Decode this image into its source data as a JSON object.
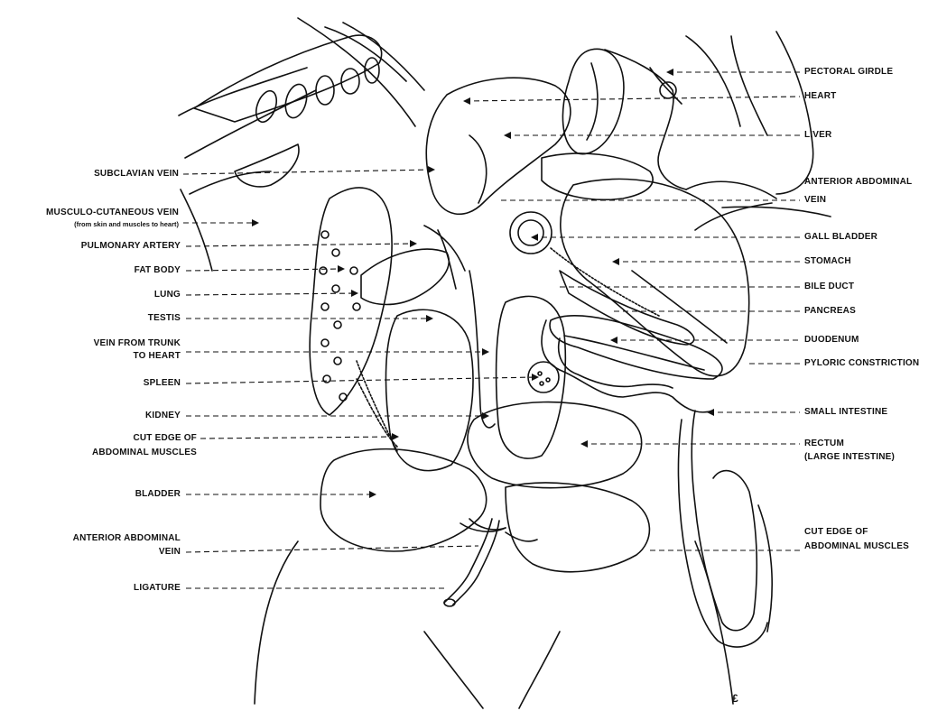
{
  "labels_left": {
    "subclavian_vein": "SUBCLAVIAN VEIN",
    "musculo_cutaneous_vein": "MUSCULO-CUTANEOUS VEIN",
    "musculo_cutaneous_note": "(from skin and muscles to heart)",
    "pulmonary_artery": "PULMONARY ARTERY",
    "fat_body": "FAT BODY",
    "lung": "LUNG",
    "testis": "TESTIS",
    "vein_trunk_1": "VEIN FROM TRUNK",
    "vein_trunk_2": "TO HEART",
    "spleen": "SPLEEN",
    "kidney": "KIDNEY",
    "cut_edge_1": "CUT EDGE OF",
    "cut_edge_2": "ABDOMINAL MUSCLES",
    "bladder": "BLADDER",
    "ant_abd_vein_1": "ANTERIOR ABDOMINAL",
    "ant_abd_vein_2": "VEIN",
    "ligature": "LIGATURE"
  },
  "labels_right": {
    "pectoral_girdle": "PECTORAL GIRDLE",
    "heart": "HEART",
    "liver": "LIVER",
    "ant_abd_vein_1": "ANTERIOR ABDOMINAL",
    "ant_abd_vein_2": "VEIN",
    "gall_bladder": "GALL BLADDER",
    "stomach": "STOMACH",
    "bile_duct": "BILE DUCT",
    "pancreas": "PANCREAS",
    "duodenum": "DUODENUM",
    "pyloric_constriction": "PYLORIC CONSTRICTION",
    "small_intestine": "SMALL INTESTINE",
    "rectum_1": "RECTUM",
    "rectum_2": "(LARGE INTESTINE)",
    "cut_edge_1": "CUT EDGE OF",
    "cut_edge_2": "ABDOMINAL MUSCLES"
  }
}
